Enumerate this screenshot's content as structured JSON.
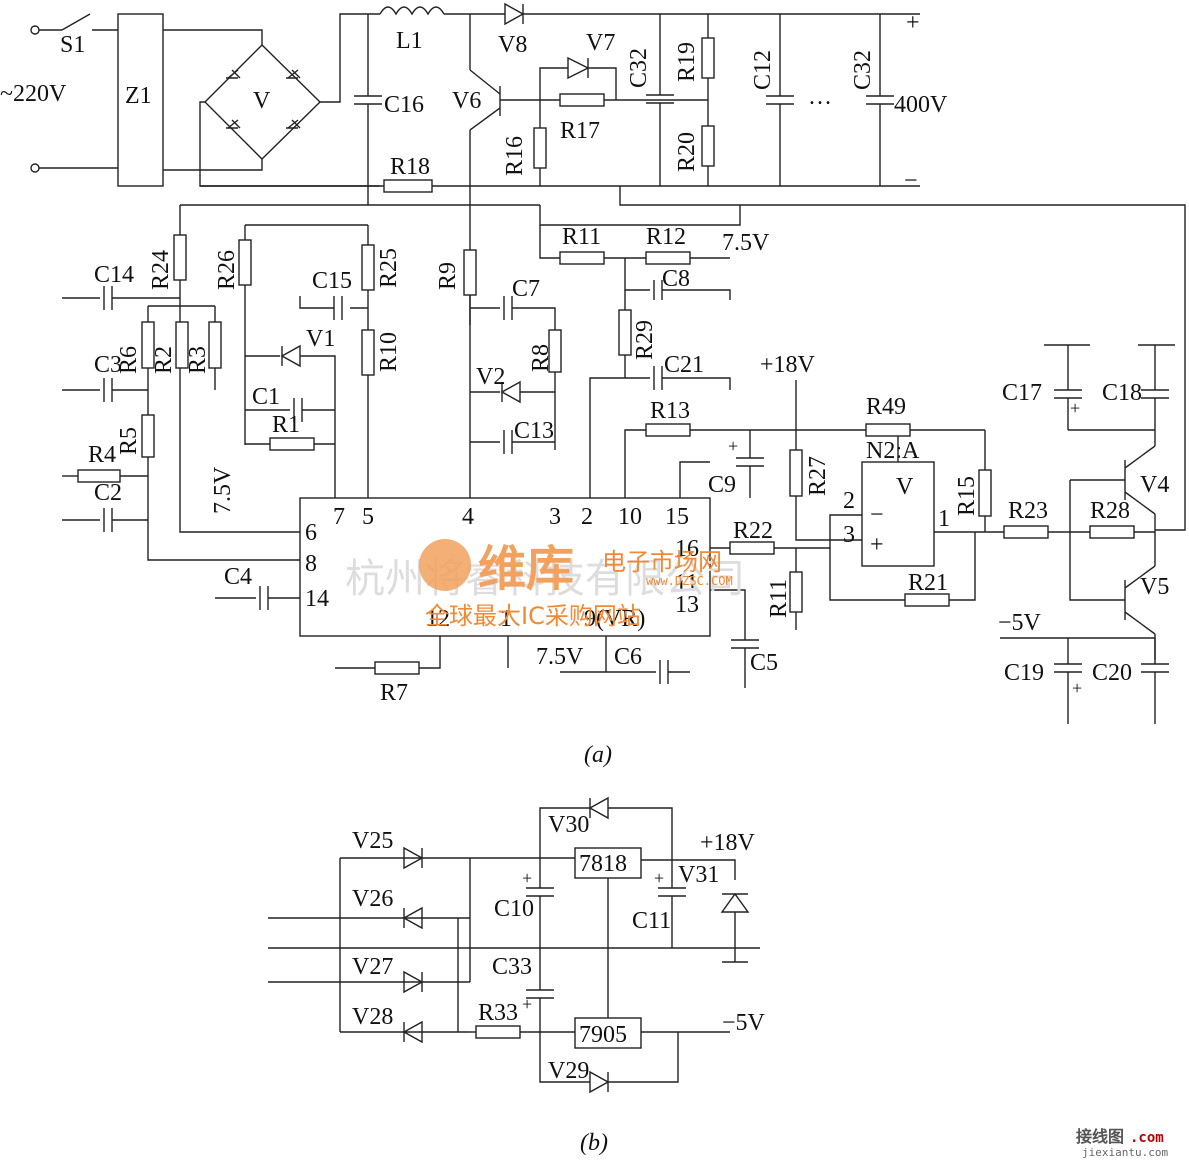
{
  "caption_a": "(a)",
  "caption_b": "(b)",
  "input_voltage": "~220V",
  "switch": "S1",
  "filter": "Z1",
  "bridge": "V",
  "inductor": "L1",
  "output_pos": "+",
  "output_neg": "−",
  "output_voltage": "400V",
  "ellipsis": "…",
  "rail_75": "7.5V",
  "rail_18": "+18V",
  "rail_neg5": "−5V",
  "components_a": {
    "V8": "V8",
    "V7": "V7",
    "V6": "V6",
    "C16": "C16",
    "R16": "R16",
    "R17": "R17",
    "C32a": "C32",
    "R19": "R19",
    "R20": "R20",
    "C12": "C12",
    "C32b": "C32",
    "R18": "R18",
    "R11": "R11",
    "R12": "R12",
    "C8": "C8",
    "R24": "R24",
    "R26": "R26",
    "R25": "R25",
    "C15": "C15",
    "R9": "R9",
    "C7": "C7",
    "R8": "R8",
    "R29": "R29",
    "C21": "C21",
    "C14": "C14",
    "R6": "R6",
    "R2": "R2",
    "R3": "R3",
    "V1": "V1",
    "R10": "R10",
    "V2": "V2",
    "C3": "C3",
    "C1": "C1",
    "R1": "R1",
    "C13": "C13",
    "R13": "R13",
    "R49": "R49",
    "C17": "C17",
    "C18": "C18",
    "R5": "R5",
    "R4": "R4",
    "C9": "C9",
    "R27": "R27",
    "N2": "N2:A",
    "R15": "R15",
    "V4": "V4",
    "C2": "C2",
    "R22": "R22",
    "R23": "R23",
    "R28": "R28",
    "R11b": "R11",
    "R21": "R21",
    "V5": "V5",
    "C4": "C4",
    "C5": "C5",
    "C6": "C6",
    "R7": "R7",
    "C19": "C19",
    "C20": "C20"
  },
  "ic_pins": {
    "p6": "6",
    "p7": "7",
    "p5": "5",
    "p4": "4",
    "p3": "3",
    "p2": "2",
    "p10": "10",
    "p15": "15",
    "p8": "8",
    "p16": "16",
    "p14": "14",
    "p12": "12",
    "p9": "9(VR)",
    "p1": "1",
    "p11": "11",
    "p13": "13"
  },
  "opamp": {
    "in_inv": "2",
    "in_non": "3",
    "out": "1",
    "glyph": "V",
    "minus": "−",
    "plus": "+"
  },
  "components_b": {
    "V25": "V25",
    "V26": "V26",
    "V27": "V27",
    "V28": "V28",
    "V30": "V30",
    "V31": "V31",
    "V29": "V29",
    "C10": "C10",
    "C11": "C11",
    "C33": "C33",
    "R33": "R33",
    "reg1": "7818",
    "reg2": "7905",
    "out18": "+18V",
    "outm5": "−5V"
  },
  "watermark": {
    "company": "杭州将睿科技有限公司",
    "brand": "维库",
    "site_cn": "电子市场网",
    "site_url": "www.DZSC.COM",
    "slogan": "全球最大IC采购网站"
  },
  "credit": {
    "cn": "接线图",
    "com": ".com",
    "url": "jiexiantu.com"
  }
}
